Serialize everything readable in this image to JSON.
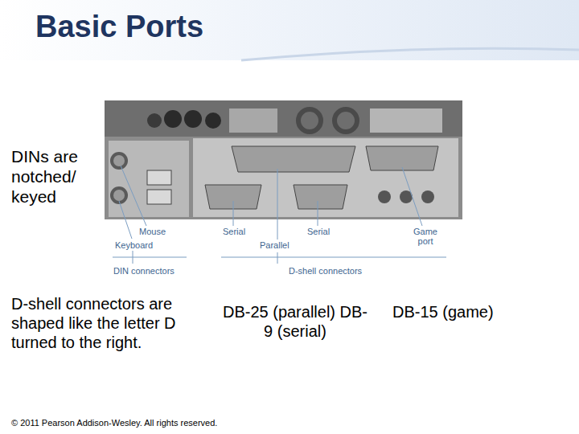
{
  "diagram": {
    "title": "Basic Ports",
    "labels": [
      "DINs are notched/ keyed",
      "Mouse",
      "Keyboard",
      "DIN connectors",
      "Serial",
      "Parallel",
      "Serial",
      "Game port",
      "D-shell connectors",
      "D-shell connectors are shaped like the letter D turned to the right.",
      "DB-25 (parallel) DB-9 (serial)",
      "DB-15 (game)",
      "© 2011 Pearson Addison-Wesley. All rights reserved."
    ]
  }
}
